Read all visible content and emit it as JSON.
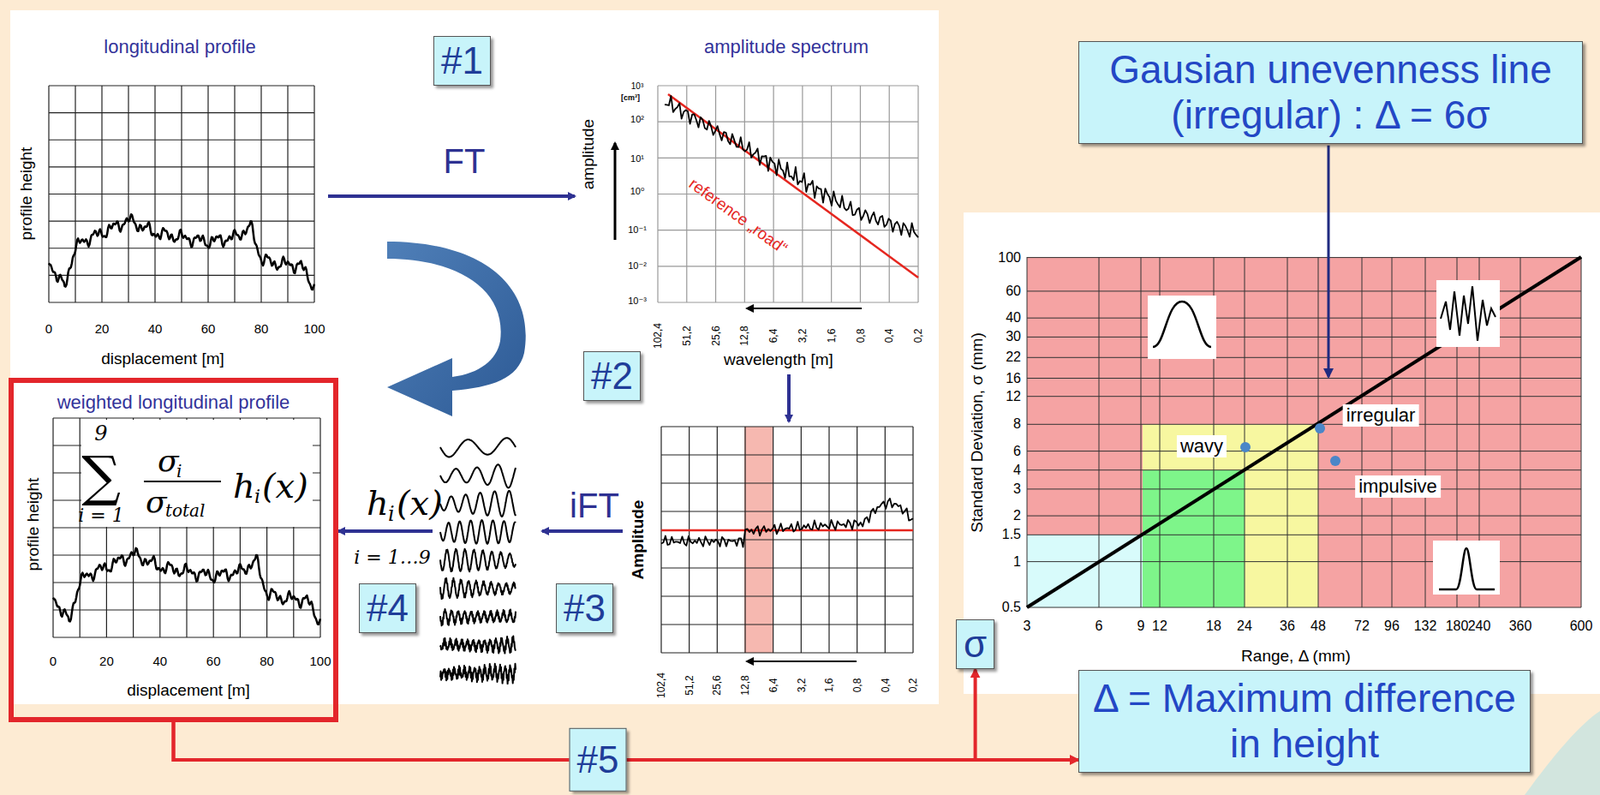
{
  "diagram": {
    "nodes": [
      {
        "text": [
          "#1"
        ]
      },
      {
        "text": [
          "Gausian unevenness line (irregular) :  Δ = 6σ"
        ]
      },
      {
        "text": [
          "#2"
        ]
      },
      {
        "text": [
          "weighted longitudinal profile"
        ]
      },
      {
        "text": [
          "#4"
        ]
      },
      {
        "text": [
          "#3"
        ]
      },
      {
        "text": [
          "σ"
        ]
      },
      {
        "text": [
          "Δ = Maximum difference in height"
        ]
      }
    ],
    "edges": [
      {
        "from": 3,
        "to": 6,
        "arrow": "to"
      },
      {
        "from": 3,
        "to": 7,
        "arrow": "to",
        "label": "#5"
      }
    ],
    "labels": [
      "longitudinal profile",
      "profile height",
      "0",
      "20",
      "40",
      "60",
      "80",
      "100",
      "displacement [m]",
      "FT",
      "amplitude spectrum",
      "amplitude",
      "10³",
      "[cm³]",
      "10²",
      "10¹",
      "10⁰",
      "10⁻¹",
      "10⁻²",
      "10⁻³",
      "102,4",
      "51,2",
      "25,6",
      "12,8",
      "6,4",
      "3,2",
      "1,6",
      "0,8",
      "0,4",
      "0,2",
      "reference „road“",
      "wavelength [m]",
      "Amplitude",
      "102,4",
      "51,2",
      "25,6",
      "12,8",
      "6,4",
      "3,2",
      "1,6",
      "0,8",
      "0,4",
      "0,2",
      "iFT",
      "h",
      "i",
      "(x)",
      "i = 1…9",
      "9",
      "∑",
      "i = 1",
      "σ",
      "i",
      "σ",
      "total",
      "h",
      "i",
      "(x)",
      "profile height",
      "0",
      "20",
      "40",
      "60",
      "80",
      "100",
      "displacement [m]",
      "Standard Deviation, σ (mm)",
      "100",
      "60",
      "40",
      "30",
      "22",
      "16",
      "12",
      "8",
      "6",
      "4",
      "3",
      "2",
      "1.5",
      "1",
      "0.5",
      "3",
      "6",
      "9",
      "12",
      "18",
      "24",
      "36",
      "48",
      "72",
      "96",
      "132",
      "180",
      "240",
      "360",
      "600",
      "Range, Δ (mm)",
      "wavy",
      "irregular",
      "impulsive"
    ]
  }
}
